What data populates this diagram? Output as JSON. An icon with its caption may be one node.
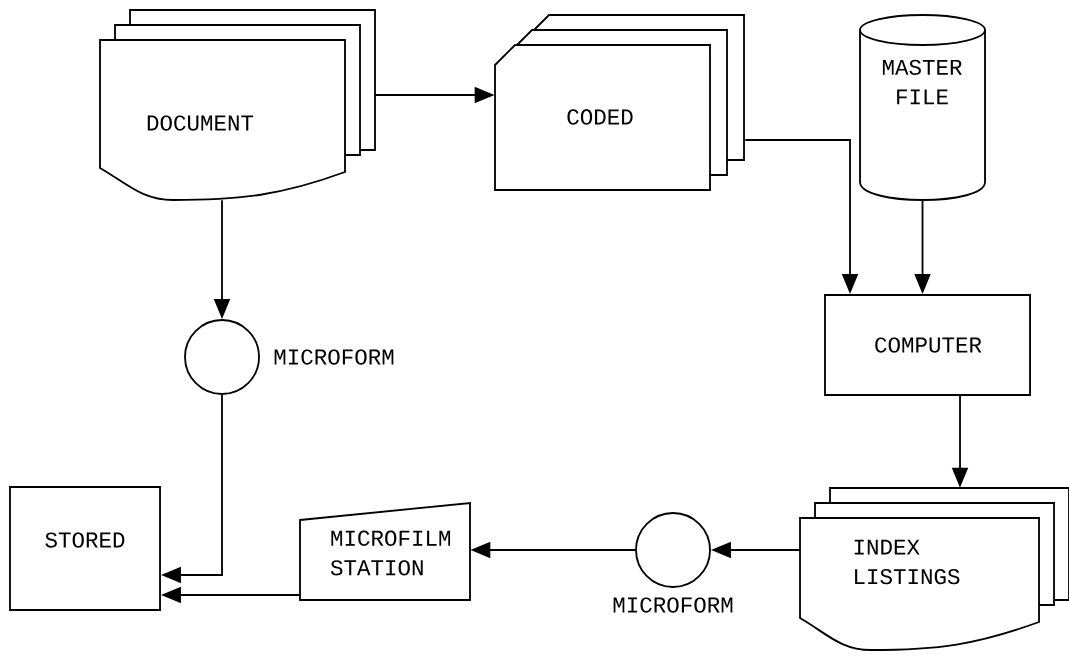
{
  "diagram": {
    "nodes": [
      {
        "text": [
          "DOCUMENT"
        ]
      },
      {
        "text": [
          "CODED"
        ]
      },
      {
        "text": [
          "MASTER FILE"
        ]
      },
      {
        "text": [],
        "shape": "circle",
        "beside": [
          "MICROFORM"
        ]
      },
      {
        "text": [
          "COMPUTER"
        ]
      },
      {
        "text": [
          "STORED"
        ]
      },
      {
        "text": [
          "MICROFILM STATION"
        ]
      },
      {
        "text": [],
        "shape": "circle",
        "beside": [
          "MICROFORM"
        ]
      },
      {
        "text": [
          "INDEX LISTINGS"
        ]
      }
    ],
    "edges": [
      {
        "from": 0,
        "to": 1,
        "arrow": "to"
      },
      {
        "from": 1,
        "to": 4,
        "arrow": "to"
      },
      {
        "from": 2,
        "to": 4,
        "arrow": "to"
      },
      {
        "from": 0,
        "to": 3,
        "arrow": "to"
      },
      {
        "from": 3,
        "to": 5,
        "arrow": "to"
      },
      {
        "from": 4,
        "to": 8,
        "arrow": "to"
      },
      {
        "from": 8,
        "to": 7,
        "arrow": "to"
      },
      {
        "from": 7,
        "to": 6,
        "arrow": "to"
      },
      {
        "from": 6,
        "to": 5,
        "arrow": "to"
      }
    ]
  }
}
